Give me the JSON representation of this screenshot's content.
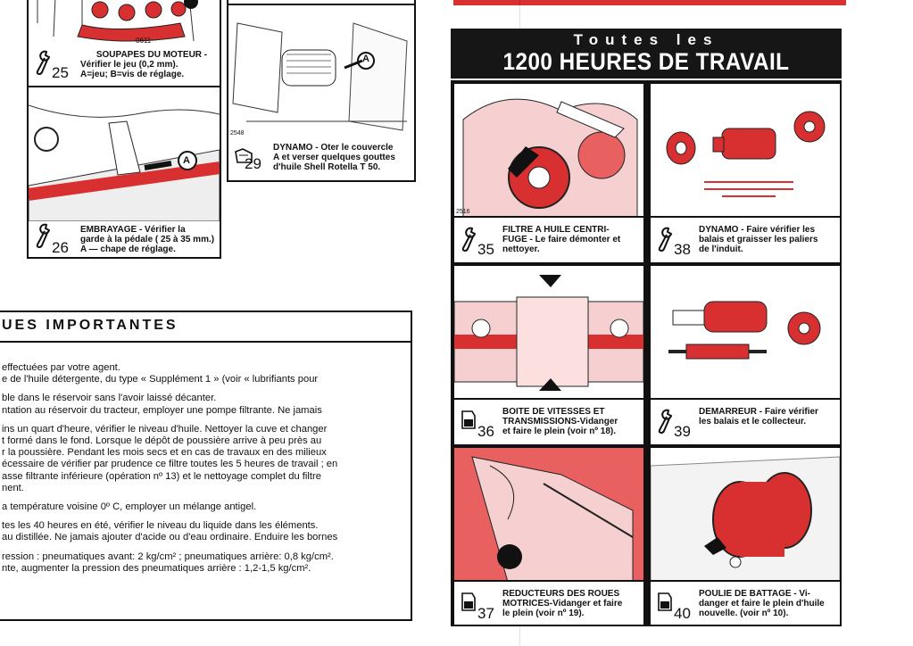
{
  "left_panel": {
    "item25": {
      "number": "25",
      "title": "SOUPAPES DU MOTEUR -",
      "line1": "Vérifier le jeu (0,2 mm).",
      "line2": "A=jeu; B=vis de réglage.",
      "photo_tag": "0611",
      "icon": "wrench-icon"
    },
    "item26": {
      "number": "26",
      "title": "EMBRAYAGE - Vérifier la",
      "line1": "garde à la pédale ( 25 à 35 mm.)",
      "line2": "A — chape de réglage.",
      "marker": "A",
      "icon": "wrench-icon"
    },
    "item29": {
      "number": "29",
      "title": "DYNAMO - Oter le couvercle",
      "line1": "A et verser quelques gouttes",
      "line2": "d'huile Shell Rotella T 50.",
      "photo_tag": "2548",
      "marker": "A",
      "icon": "oil-can-icon"
    },
    "important": {
      "heading": "UES IMPORTANTES",
      "lines": [
        "effectuées par votre agent.",
        "e de l'huile détergente, du type « Supplément 1 » (voir « lubrifiants pour",
        "",
        "ble dans le réservoir sans l'avoir laissé décanter.",
        "ntation au réservoir du tracteur, employer une pompe filtrante. Ne jamais",
        "",
        "ins un quart d'heure, vérifier le niveau d'huile. Nettoyer la cuve et changer",
        "t formé dans le fond. Lorsque le dépôt de poussière arrive à peu près au",
        "r la poussière. Pendant les mois secs et en cas de travaux en des milieux",
        "écessaire de vérifier par prudence ce filtre toutes les 5 heures de travail ; en",
        "asse filtrante inférieure (opération nº 13) et le nettoyage complet du filtre",
        "nent.",
        "",
        "a température voisine 0º C, employer un mélange antigel.",
        "",
        "tes les 40 heures en été, vérifier le niveau du liquide dans les éléments.",
        "au distillée. Ne jamais ajouter d'acide ou d'eau ordinaire. Enduire les bornes",
        "",
        "ression : pneumatiques avant: 2 kg/cm² ; pneumatiques arrière: 0,8 kg/cm².",
        "nte, augmenter la pression des pneumatiques arrière : 1,2-1,5 kg/cm²."
      ]
    }
  },
  "right_panel": {
    "banner": {
      "line1": "Toutes les",
      "line2": "1200 HEURES DE TRAVAIL"
    },
    "items": [
      {
        "id": "35",
        "number": "35",
        "lines": [
          "FILTRE A HUILE CENTRI-",
          "FUGE - Le faire démonter et",
          "nettoyer."
        ],
        "photo_tag": "2516",
        "icon": "wrench-icon"
      },
      {
        "id": "38",
        "number": "38",
        "lines": [
          "DYNAMO - Faire vérifier les",
          "balais et graisser les paliers",
          "de l'induit."
        ],
        "icon": "wrench-icon"
      },
      {
        "id": "36",
        "number": "36",
        "lines": [
          "BOITE DE VITESSES ET",
          "TRANSMISSIONS-Vidanger",
          "et faire le plein (voir nº 18)."
        ],
        "icon": "oil-can-icon"
      },
      {
        "id": "39",
        "number": "39",
        "lines": [
          "DEMARREUR - Faire vérifier",
          "les balais et le collecteur."
        ],
        "icon": "wrench-icon"
      },
      {
        "id": "37",
        "number": "37",
        "lines": [
          "REDUCTEURS DES ROUES",
          "MOTRICES-Vidanger et faire",
          "le plein (voir nº 19)."
        ],
        "icon": "oil-can-icon"
      },
      {
        "id": "40",
        "number": "40",
        "lines": [
          "POULIE DE BATTAGE - Vi-",
          "danger et faire le plein d'huile",
          "nouvelle. (voir nº 10)."
        ],
        "icon": "oil-can-icon"
      }
    ]
  },
  "colors": {
    "accent_red": "#d83030",
    "banner_bg": "#161616",
    "ink": "#111111"
  }
}
